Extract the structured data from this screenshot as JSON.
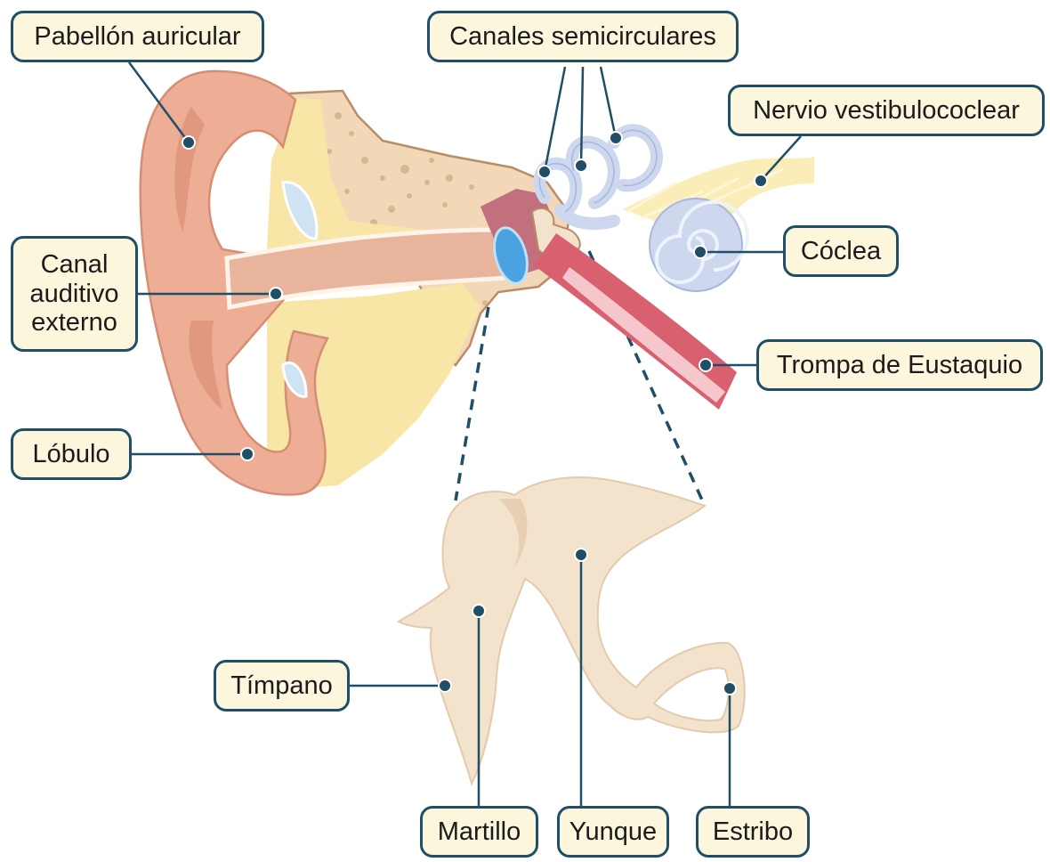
{
  "labels": {
    "pabellon": "Pabellón auricular",
    "canales": "Canales semicirculares",
    "nervio": "Nervio vestibulococlear",
    "coclea": "Cóclea",
    "canal_auditivo": [
      "Canal",
      "auditivo",
      "externo"
    ],
    "trompa": "Trompa de Eustaquio",
    "lobulo": "Lóbulo",
    "timpano": "Tímpano",
    "martillo": "Martillo",
    "yunque": "Yunque",
    "estribo": "Estribo"
  },
  "colors": {
    "label_fill": "#fbf6dc",
    "label_border": "#1f4e66",
    "leader_line": "#1f4e66",
    "outer_ear": "#efb09a",
    "skin_inner": "#f6cfae",
    "cartilage": "#f8e7a8",
    "bone": "#f1dcc0",
    "bone_speckle": "#dcc1a0",
    "inner_ear": "#cdd7ee",
    "nerve": "#faedb7",
    "eustachian": "#d9606f",
    "tympanum": "#4aa3e0",
    "ossicles": "#f3e3cc"
  }
}
